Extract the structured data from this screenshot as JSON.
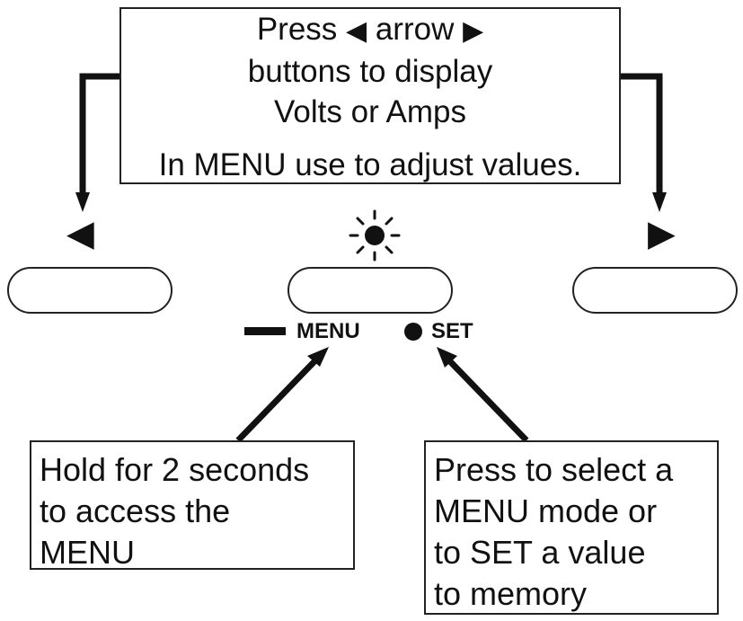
{
  "top_box": {
    "line1_before": "Press",
    "line1_after": "arrow",
    "line2": "buttons to display",
    "line3": "Volts or Amps",
    "line4": "In MENU use to adjust values."
  },
  "labels": {
    "menu": "MENU",
    "set": "SET"
  },
  "callouts": {
    "menu_hold": [
      "Hold for 2 seconds",
      "to access the",
      "MENU"
    ],
    "set_press": [
      "Press to select a",
      "MENU mode or",
      "to SET a value",
      "to memory"
    ]
  },
  "icons": {
    "left": "left-arrow-icon",
    "center": "sun-icon",
    "right": "right-arrow-icon"
  },
  "colors": {
    "ink": "#111111",
    "background": "#ffffff"
  }
}
